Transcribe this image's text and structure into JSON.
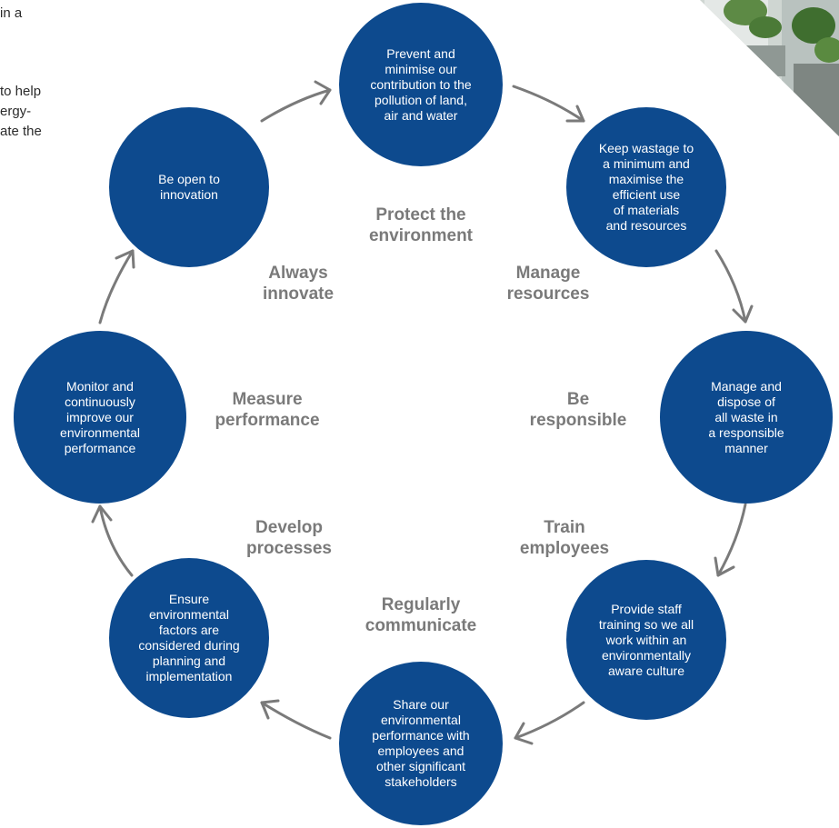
{
  "intro_fragments": [
    "in a",
    "to help",
    "ergy-",
    "ate the"
  ],
  "cycle": [
    {
      "id": "prevent",
      "text": "Prevent and\nminimise our\ncontribution to the\npollution of land,\nair and water"
    },
    {
      "id": "wastage",
      "text": "Keep wastage to\na minimum and\nmaximise the\nefficient use\nof materials\nand resources"
    },
    {
      "id": "dispose",
      "text": "Manage and\ndispose of\nall waste in\na responsible\nmanner"
    },
    {
      "id": "training",
      "text": "Provide staff\ntraining so we all\nwork within an\nenvironmentally\naware culture"
    },
    {
      "id": "share",
      "text": "Share our\nenvironmental\nperformance with\nemployees and\nother significant\nstakeholders"
    },
    {
      "id": "ensure",
      "text": "Ensure\nenvironmental\nfactors are\nconsidered during\nplanning and\nimplementation"
    },
    {
      "id": "monitor",
      "text": "Monitor and\ncontinuously\nimprove our\nenvironmental\nperformance"
    },
    {
      "id": "innovation",
      "text": "Be open to\ninnovation"
    }
  ],
  "themes": [
    {
      "id": "protect",
      "text": "Protect the\nenvironment"
    },
    {
      "id": "manage",
      "text": "Manage\nresources"
    },
    {
      "id": "responsible",
      "text": "Be\nresponsible"
    },
    {
      "id": "train",
      "text": "Train\nemployees"
    },
    {
      "id": "communicate",
      "text": "Regularly\ncommunicate"
    },
    {
      "id": "develop",
      "text": "Develop\nprocesses"
    },
    {
      "id": "measure",
      "text": "Measure\nperformance"
    },
    {
      "id": "innovate",
      "text": "Always\ninnovate"
    }
  ],
  "colors": {
    "node_fill": "#0d4a8e",
    "node_text": "#ffffff",
    "theme_text": "#7a7a7a",
    "arrow": "#7a7a7a"
  }
}
